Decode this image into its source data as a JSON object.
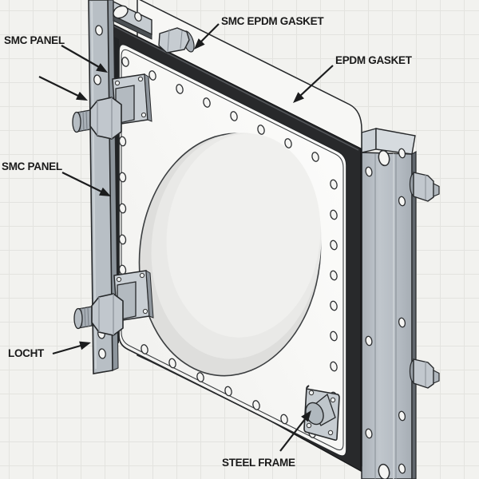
{
  "diagram": {
    "description": "Isometric exploded-style technical illustration of an SMC panel and gasket assembly bolted between steel channel frames, on grid paper background",
    "labels": [
      {
        "id": "smc_epdm_gasket",
        "text": "SMC EPDM GASKET"
      },
      {
        "id": "epdm_gasket",
        "text": "EPDM GASKET"
      },
      {
        "id": "smc_panel_upper",
        "text": "SMC PANEL"
      },
      {
        "id": "smc_panel_lower",
        "text": "SMC PANEL"
      },
      {
        "id": "locht",
        "text": "LOCHT"
      },
      {
        "id": "steel_frame",
        "text": "STEEL FRAME"
      }
    ],
    "colors": {
      "background": "#f2f2ef",
      "grid_line": "#e3e3df",
      "gasket_black": "#28292b",
      "metal_light": "#b8bfc5",
      "metal_mid": "#9aa1a8",
      "metal_dark": "#62686e",
      "panel_white": "#fafaf9",
      "outline": "#26282a",
      "label_text": "#1a1a1a"
    }
  }
}
